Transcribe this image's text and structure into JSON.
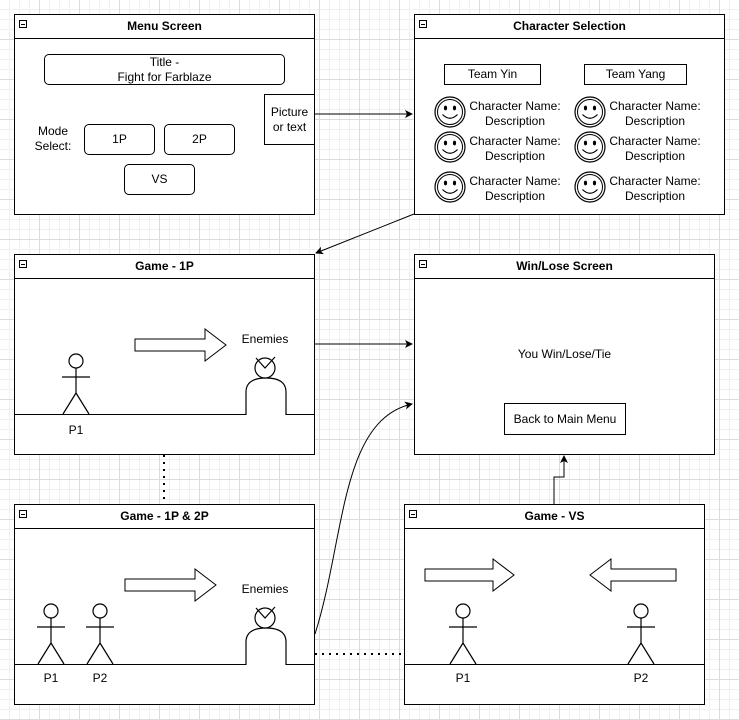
{
  "menu": {
    "title": "Menu Screen",
    "game_title": "Title -\nFight for Farblaze",
    "mode_label": "Mode\nSelect:",
    "btn_1p": "1P",
    "btn_2p": "2P",
    "btn_vs": "VS",
    "picture": "Picture\nor text"
  },
  "character_selection": {
    "title": "Character Selection",
    "team_yin": "Team Yin",
    "team_yang": "Team Yang",
    "characters": [
      {
        "name": "Character Name:",
        "desc": "Description"
      },
      {
        "name": "Character Name:",
        "desc": "Description"
      },
      {
        "name": "Character Name:",
        "desc": "Description"
      },
      {
        "name": "Character Name:",
        "desc": "Description"
      },
      {
        "name": "Character Name:",
        "desc": "Description"
      },
      {
        "name": "Character Name:",
        "desc": "Description"
      }
    ]
  },
  "game_1p": {
    "title": "Game - 1P",
    "enemies": "Enemies",
    "p1": "P1"
  },
  "win_lose": {
    "title": "Win/Lose Screen",
    "result": "You Win/Lose/Tie",
    "back_button": "Back to Main Menu"
  },
  "game_1p2p": {
    "title": "Game - 1P & 2P",
    "enemies": "Enemies",
    "p1": "P1",
    "p2": "P2"
  },
  "game_vs": {
    "title": "Game - VS",
    "p1": "P1",
    "p2": "P2"
  },
  "icons": {
    "collapse": "minus-square-icon",
    "character": "smiley-face-icon",
    "player": "stick-figure-icon",
    "enemy": "enemy-bust-icon",
    "direction": "block-arrow-icon"
  }
}
